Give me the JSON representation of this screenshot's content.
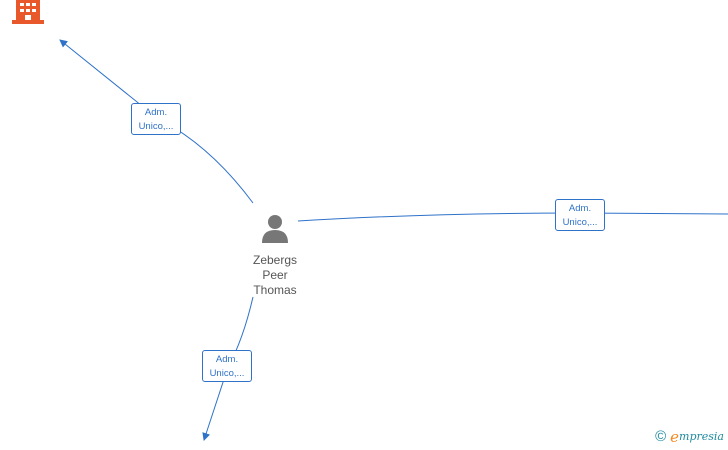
{
  "colors": {
    "edge": "#2f72c9",
    "person": "#777777",
    "company": "#e8582b",
    "brand_orange": "#f08a24",
    "brand_teal": "#1f8a9e"
  },
  "person": {
    "icon": "person-icon",
    "name_lines": [
      "Zebergs",
      "Peer",
      "Thomas"
    ]
  },
  "company": {
    "icon": "building-icon"
  },
  "edges": [
    {
      "label_lines": [
        "Adm.",
        "Unico,..."
      ]
    },
    {
      "label_lines": [
        "Adm.",
        "Unico,..."
      ]
    },
    {
      "label_lines": [
        "Adm.",
        "Unico,..."
      ]
    }
  ],
  "footer": {
    "copyright": "©",
    "brand_first": "e",
    "brand_rest": "mpresia"
  }
}
